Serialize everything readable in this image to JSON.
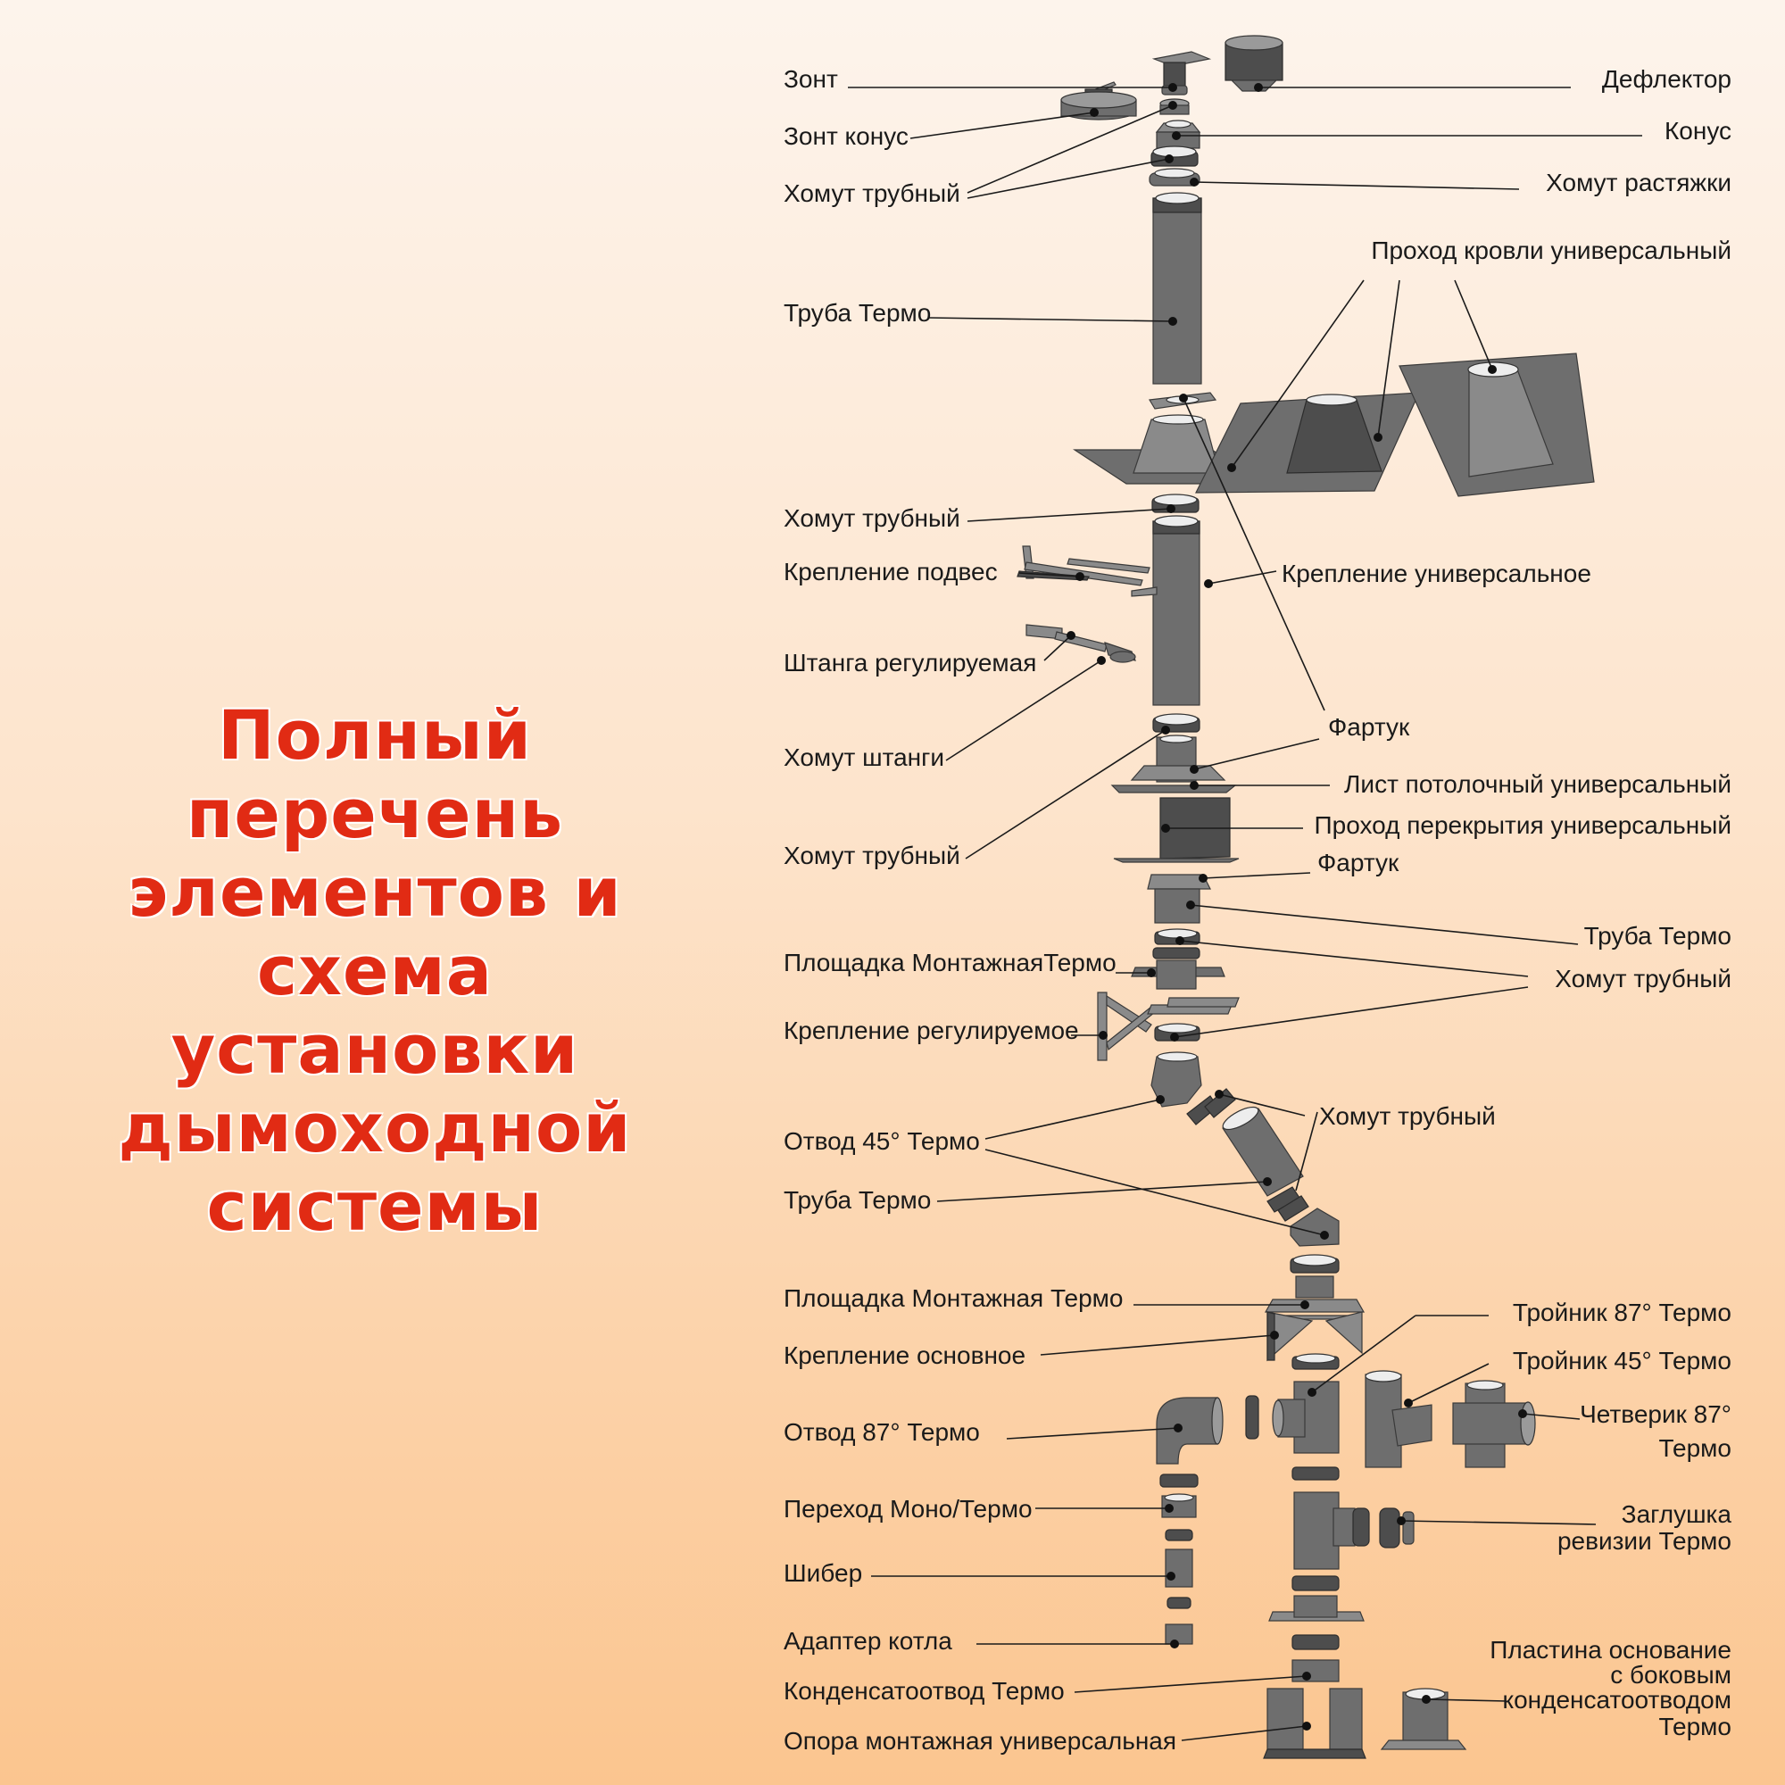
{
  "title": {
    "line1": "Полный перечень",
    "line2": "элементов и схема",
    "line3": "установки",
    "line4": "дымоходной",
    "line5": "системы"
  },
  "labels": {
    "zont": "Зонт",
    "zont_konus": "Зонт конус",
    "homut_1": "Хомут трубный",
    "truba_1": "Труба Термо",
    "deflektor": "Дефлектор",
    "konus": "Конус",
    "homut_rastyazhki": "Хомут растяжки",
    "prohod_krovli": "Проход кровли универсальный",
    "homut_2": "Хомут трубный",
    "kreplenie_podves": "Крепление подвес",
    "kreplenie_universalnoe": "Крепление универсальное",
    "shtanga": "Штанга регулируемая",
    "homut_shtangi": "Хомут штанги",
    "fartuk_1": "Фартук",
    "list_potolochny": "Лист потолочный универсальный",
    "homut_3": "Хомут трубный",
    "prohod_perekrytiya": "Проход перекрытия универсальный",
    "fartuk_2": "Фартук",
    "truba_2": "Труба Термо",
    "ploshadka_1": "Площадка МонтажнаяТермо",
    "homut_4": "Хомут трубный",
    "kreplenie_reguliruemoe": "Крепление регулируемое",
    "otvod_45": "Отвод 45° Термо",
    "homut_5": "Хомут трубный",
    "truba_3": "Труба Термо",
    "ploshadka_2": "Площадка Монтажная Термо",
    "kreplenie_osnovnoe": "Крепление основное",
    "troynik_87": "Тройник 87° Термо",
    "troynik_45": "Тройник 45° Термо",
    "otvod_87": "Отвод 87° Термо",
    "chetverik_1": "Четверик 87°",
    "chetverik_2": "Термо",
    "perehod": "Переход Моно/Термо",
    "zaglushka_1": "Заглушка",
    "zaglushka_2": "ревизии Термо",
    "shiber": "Шибер",
    "adapter": "Адаптер котла",
    "plastina_1": "Пластина основание",
    "plastina_2": "с боковым",
    "plastina_3": "конденсатоотводом",
    "plastina_4": "Термо",
    "kondensatootvod": "Конденсатоотвод Термо",
    "opora": "Опора монтажная универсальная"
  },
  "colors": {
    "title": "#e12b14",
    "metal": "#6e6e6e",
    "text": "#1a1a1a"
  }
}
